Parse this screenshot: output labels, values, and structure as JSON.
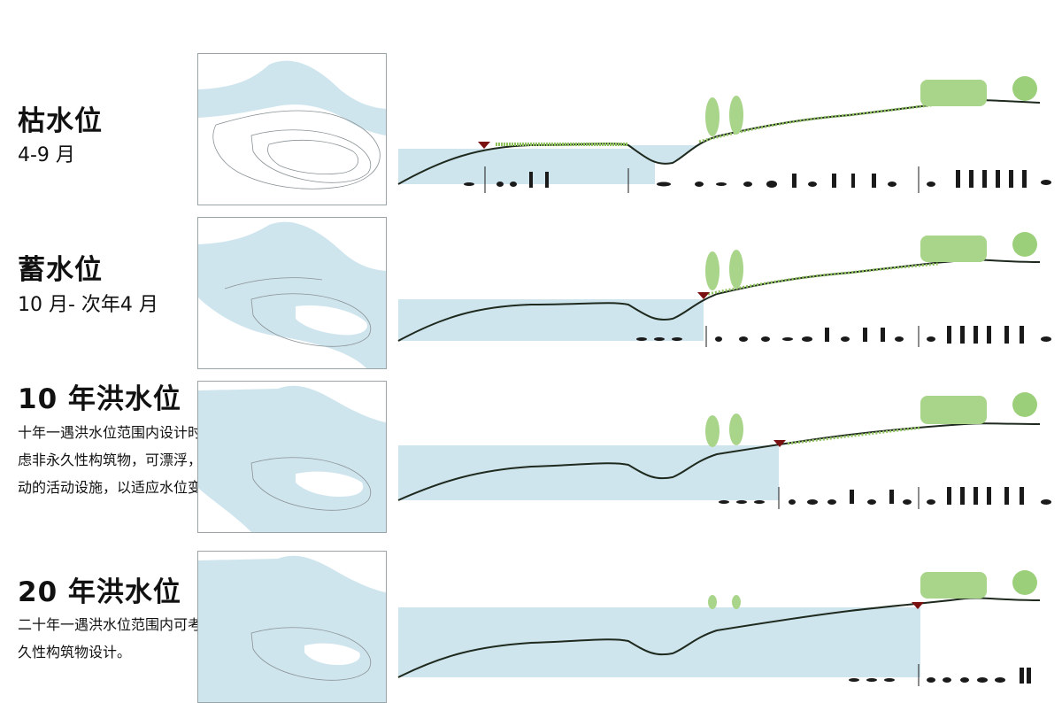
{
  "rows": [
    {
      "id": "dry",
      "title": "枯水位",
      "subtitle": "4-9 月",
      "desc": ""
    },
    {
      "id": "storage",
      "title": "蓄水位",
      "subtitle": "10 月- 次年4 月",
      "desc": ""
    },
    {
      "id": "flood10",
      "title": "10 年洪水位",
      "subtitle": "",
      "desc": "十年一遇洪水位范围内设计时应考虑非永久性构筑物，可漂浮，可移动的活动设施，以适应水位变化。"
    },
    {
      "id": "flood20",
      "title": "20 年洪水位",
      "subtitle": "",
      "desc": "二十年一遇洪水位范围内可考虑永久性构筑物设计。"
    }
  ],
  "colors": {
    "water": "#cfe5ee",
    "ground": "#1f2a1f",
    "grass": "#8fc25a",
    "tree": "#a9d58a",
    "marker": "#7a1010",
    "silhouette": "#1a1a1a"
  }
}
